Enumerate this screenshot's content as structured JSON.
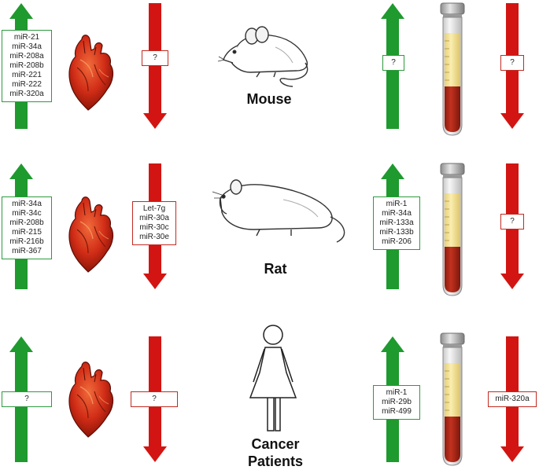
{
  "rows": [
    {
      "species": "Mouse",
      "heart_up": [
        "miR-21",
        "miR-34a",
        "miR-208a",
        "miR-208b",
        "miR-221",
        "miR-222",
        "miR-320a"
      ],
      "heart_down": [
        "?"
      ],
      "blood_up": [
        "?"
      ],
      "blood_down": [
        "?"
      ]
    },
    {
      "species": "Rat",
      "heart_up": [
        "miR-34a",
        "miR-34c",
        "miR-208b",
        "miR-215",
        "miR-216b",
        "miR-367"
      ],
      "heart_down": [
        "Let-7g",
        "miR-30a",
        "miR-30c",
        "miR-30e"
      ],
      "blood_up": [
        "miR-1",
        "miR-34a",
        "miR-133a",
        "miR-133b",
        "miR-206"
      ],
      "blood_down": [
        "?"
      ]
    },
    {
      "species_line1": "Cancer",
      "species_line2": "Patients",
      "heart_up": [
        "?"
      ],
      "heart_down": [
        "?"
      ],
      "blood_up": [
        "miR-1",
        "miR-29b",
        "miR-499"
      ],
      "blood_down": [
        "miR-320a"
      ]
    }
  ],
  "colors": {
    "up_arrow": "#1f9a2e",
    "down_arrow": "#d21512",
    "up_border": "#2e9a3e",
    "down_border": "#c22a22"
  },
  "icons": [
    "heart-icon",
    "mouse-icon",
    "rat-icon",
    "woman-icon",
    "blood-tube-icon"
  ]
}
